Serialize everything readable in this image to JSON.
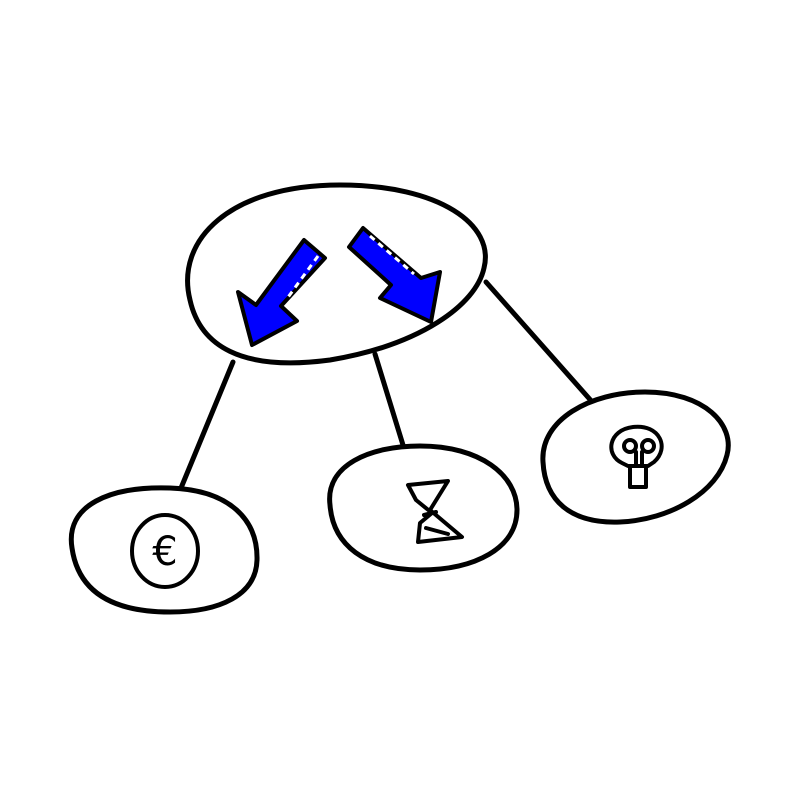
{
  "diagram": {
    "type": "tree",
    "root": {
      "name": "root-node",
      "icons": [
        "arrow-down-left-icon",
        "arrow-down-right-icon"
      ]
    },
    "children": [
      {
        "name": "child-node-euro",
        "icon": "euro-coin-icon",
        "label": "€"
      },
      {
        "name": "child-node-hourglass",
        "icon": "hourglass-icon"
      },
      {
        "name": "child-node-lightbulb",
        "icon": "lightbulb-icon"
      }
    ],
    "colors": {
      "arrow_fill": "#0000ff",
      "outline": "#000000",
      "background": "#ffffff"
    }
  }
}
